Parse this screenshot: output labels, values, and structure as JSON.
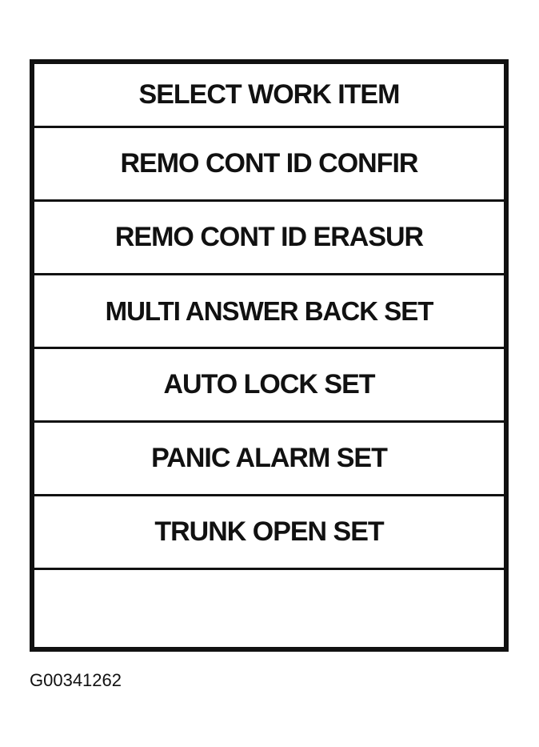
{
  "menu": {
    "title": "SELECT WORK ITEM",
    "items": [
      "REMO CONT ID CONFIR",
      "REMO CONT ID ERASUR",
      "MULTI ANSWER BACK SET",
      "AUTO LOCK SET",
      "PANIC ALARM SET",
      "TRUNK OPEN SET"
    ]
  },
  "figure_code": "G00341262",
  "colors": {
    "line": "#111111",
    "background": "#ffffff"
  }
}
